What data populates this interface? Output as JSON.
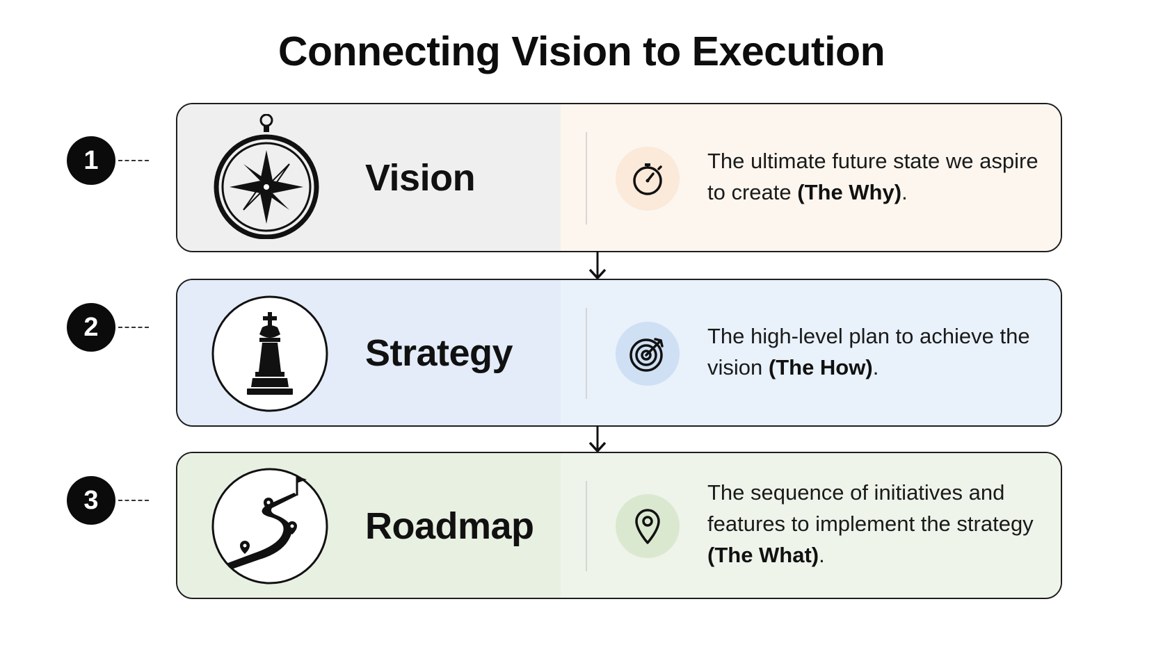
{
  "title": "Connecting Vision to Execution",
  "steps": [
    {
      "number": "1",
      "name": "Vision",
      "main_icon": "compass-icon",
      "small_icon": "stopwatch-icon",
      "desc_text": "The ultimate future state we aspire to create ",
      "desc_bold": "(The Why)",
      "desc_end": ".",
      "colors": {
        "left": "#efefef",
        "right": "#fcf6ee",
        "icon_bg": "#fbe9d9"
      }
    },
    {
      "number": "2",
      "name": "Strategy",
      "main_icon": "chess-king-icon",
      "small_icon": "target-icon",
      "desc_text": "The high-level plan to achieve the vision ",
      "desc_bold": "(The How)",
      "desc_end": ".",
      "colors": {
        "left": "#e3ecf8",
        "right": "#e9f1fb",
        "icon_bg": "#cfe0f4"
      }
    },
    {
      "number": "3",
      "name": "Roadmap",
      "main_icon": "winding-road-icon",
      "small_icon": "map-pin-icon",
      "desc_text": "The sequence of initiatives and features to implement the strategy ",
      "desc_bold": "(The What)",
      "desc_end": ".",
      "colors": {
        "left": "#e8f0e2",
        "right": "#eef4ea",
        "icon_bg": "#dbe8d0"
      }
    }
  ]
}
